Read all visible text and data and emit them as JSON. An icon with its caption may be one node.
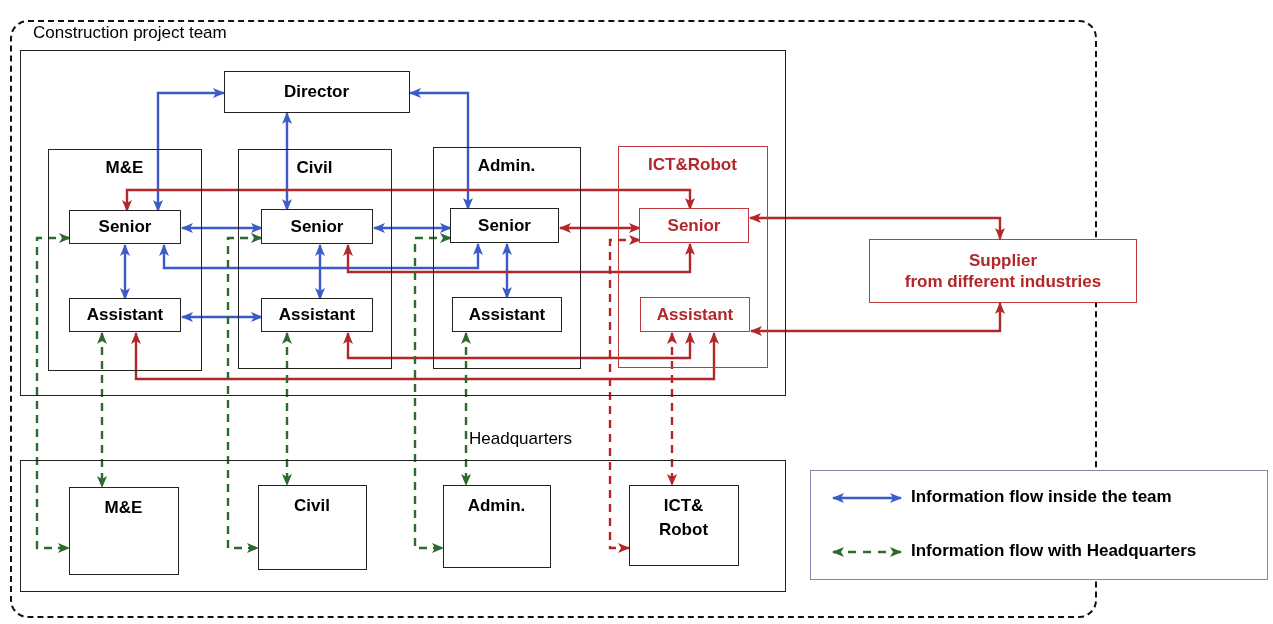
{
  "diagram": {
    "nodes": [
      {
        "text": [],
        "shape": "box"
      },
      {
        "text": [
          "Construction project team"
        ],
        "in": 0
      },
      {
        "text": [
          "Director"
        ],
        "in": 1
      },
      {
        "text": [
          "M&E"
        ],
        "in": 1
      },
      {
        "text": [
          "Senior"
        ],
        "in": 3
      },
      {
        "text": [
          "Assistant"
        ],
        "in": 3
      },
      {
        "text": [
          "Civil"
        ],
        "in": 1
      },
      {
        "text": [
          "Senior"
        ],
        "in": 6
      },
      {
        "text": [
          "Assistant"
        ],
        "in": 6
      },
      {
        "text": [
          "Admin."
        ],
        "in": 1
      },
      {
        "text": [
          "Senior"
        ],
        "in": 9
      },
      {
        "text": [
          "Assistant"
        ],
        "in": 9
      },
      {
        "text": [
          "ICT&Robot"
        ],
        "in": 1
      },
      {
        "text": [
          "Senior"
        ],
        "in": 12
      },
      {
        "text": [
          "Assistant"
        ],
        "in": 12
      },
      {
        "text": [
          "Supplier from different industries"
        ]
      },
      {
        "text": [
          "Headquarters"
        ],
        "in": 0
      },
      {
        "text": [
          "M&E"
        ],
        "in": 16
      },
      {
        "text": [
          "Civil"
        ],
        "in": 16
      },
      {
        "text": [
          "Admin."
        ],
        "in": 16
      },
      {
        "text": [
          "ICT& Robot"
        ],
        "in": 16
      }
    ],
    "edges": [
      {
        "from": 2,
        "to": 4,
        "arrow": "both",
        "color": "#3b5bc8"
      },
      {
        "from": 2,
        "to": 7,
        "arrow": "both",
        "color": "#3b5bc8"
      },
      {
        "from": 2,
        "to": 10,
        "arrow": "both",
        "color": "#3b5bc8"
      },
      {
        "from": 4,
        "to": 7,
        "arrow": "both",
        "color": "#3b5bc8"
      },
      {
        "from": 7,
        "to": 10,
        "arrow": "both",
        "color": "#3b5bc8"
      },
      {
        "from": 4,
        "to": 5,
        "arrow": "both",
        "color": "#3b5bc8"
      },
      {
        "from": 7,
        "to": 8,
        "arrow": "both",
        "color": "#3b5bc8"
      },
      {
        "from": 10,
        "to": 11,
        "arrow": "both",
        "color": "#3b5bc8"
      },
      {
        "from": 5,
        "to": 8,
        "arrow": "both",
        "color": "#3b5bc8"
      },
      {
        "from": 4,
        "to": 10,
        "arrow": "both",
        "color": "#3b5bc8"
      },
      {
        "from": 4,
        "to": 13,
        "arrow": "both",
        "color": "#b3262a"
      },
      {
        "from": 10,
        "to": 13,
        "arrow": "both",
        "color": "#b3262a"
      },
      {
        "from": 7,
        "to": 13,
        "arrow": "both",
        "color": "#b3262a"
      },
      {
        "from": 8,
        "to": 14,
        "arrow": "both",
        "color": "#b3262a"
      },
      {
        "from": 5,
        "to": 14,
        "arrow": "both",
        "color": "#b3262a"
      },
      {
        "from": 13,
        "to": 15,
        "arrow": "both",
        "color": "#b3262a"
      },
      {
        "from": 14,
        "to": 15,
        "arrow": "both",
        "color": "#b3262a"
      },
      {
        "from": 5,
        "to": 17,
        "arrow": "both",
        "style": "dashed",
        "color": "#2d6a2e"
      },
      {
        "from": 8,
        "to": 18,
        "arrow": "both",
        "style": "dashed",
        "color": "#2d6a2e"
      },
      {
        "from": 11,
        "to": 19,
        "arrow": "both",
        "style": "dashed",
        "color": "#2d6a2e"
      },
      {
        "from": 4,
        "to": 17,
        "arrow": "both",
        "style": "dashed",
        "color": "#2d6a2e"
      },
      {
        "from": 7,
        "to": 18,
        "arrow": "both",
        "style": "dashed",
        "color": "#2d6a2e"
      },
      {
        "from": 10,
        "to": 19,
        "arrow": "both",
        "style": "dashed",
        "color": "#2d6a2e"
      },
      {
        "from": 13,
        "to": 20,
        "arrow": "both",
        "style": "dashed",
        "color": "#b3262a"
      },
      {
        "from": 14,
        "to": 20,
        "arrow": "both",
        "style": "dashed",
        "color": "#b3262a"
      }
    ],
    "legend": [
      {
        "text": "Information flow inside the team"
      },
      {
        "text": "Information flow with Headquarters"
      }
    ]
  }
}
